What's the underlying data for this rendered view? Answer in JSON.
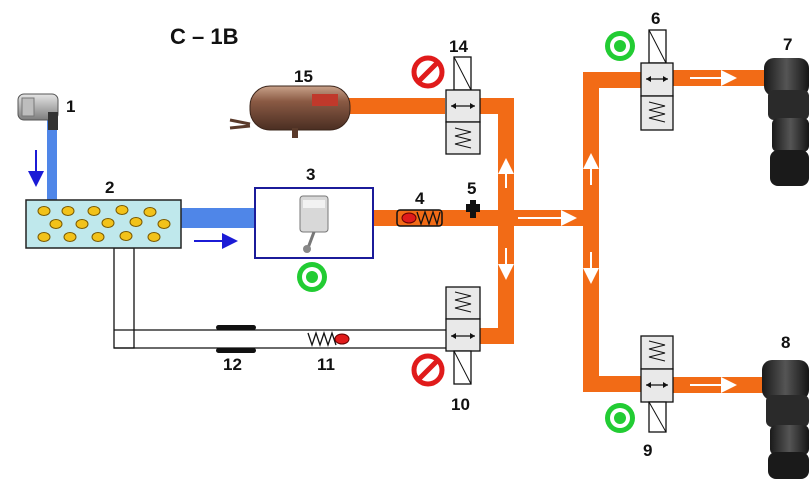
{
  "title": "C – 1B",
  "labels": {
    "n1": "1",
    "n2": "2",
    "n3": "3",
    "n4": "4",
    "n5": "5",
    "n6": "6",
    "n7": "7",
    "n8": "8",
    "n9": "9",
    "n10": "10",
    "n11": "11",
    "n12": "12",
    "n14": "14",
    "n15": "15"
  },
  "status_indicators": {
    "compressor": "active",
    "valve_6": "open",
    "valve_9": "open",
    "valve_10": "blocked",
    "valve_14": "blocked"
  },
  "colors": {
    "pressure_line": "#f26b16",
    "supply_line": "#4f86e8",
    "flow_arrow": "#1b1bd6",
    "open_indicator": "#22cc33",
    "blocked_indicator": "#e01b1b"
  }
}
